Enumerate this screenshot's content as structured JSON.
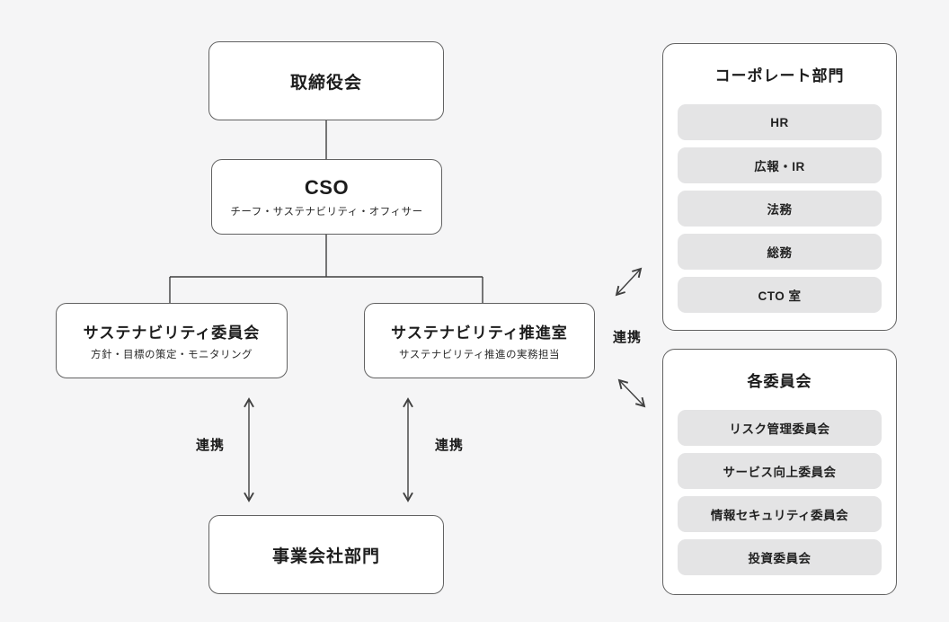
{
  "org_chart": {
    "board": {
      "title": "取締役会"
    },
    "cso": {
      "title": "CSO",
      "subtitle": "チーフ・サステナビリティ・オフィサー"
    },
    "committee": {
      "title": "サステナビリティ委員会",
      "subtitle": "方針・目標の策定・モニタリング"
    },
    "office": {
      "title": "サステナビリティ推進室",
      "subtitle": "サステナビリティ推進の実務担当"
    },
    "business": {
      "title": "事業会社部門"
    },
    "link_labels": {
      "committee_business": "連携",
      "office_business": "連携",
      "office_side": "連携"
    }
  },
  "panels": {
    "corporate": {
      "title": "コーポレート部門",
      "items": [
        "HR",
        "広報・IR",
        "法務",
        "総務",
        "CTO 室"
      ]
    },
    "committees": {
      "title": "各委員会",
      "items": [
        "リスク管理委員会",
        "サービス向上委員会",
        "情報セキュリティ委員会",
        "投資委員会"
      ]
    }
  },
  "colors": {
    "background": "#f5f5f6",
    "box_fill": "#ffffff",
    "box_border": "#626262",
    "pill_fill": "#e4e4e5",
    "line": "#3f3f3f",
    "text": "#1c1c1c"
  }
}
